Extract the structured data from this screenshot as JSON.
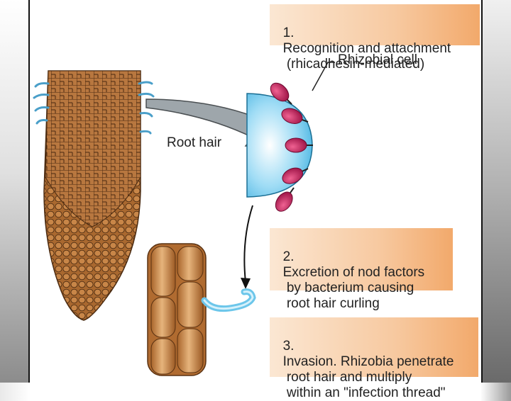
{
  "steps": [
    {
      "number": "1.",
      "text": "Recognition and attachment\n   (rhicadhesin-mediated)"
    },
    {
      "number": "2.",
      "text": "Excretion of nod factors\n   by bacterium causing\n   root hair curling"
    },
    {
      "number": "3.",
      "text": "Invasion. Rhizobia penetrate\n   root hair and multiply\n   within an \"infection thread\""
    }
  ],
  "labels": {
    "rhizobial_cell": "Rhizobial cell",
    "root_hair": "Root hair"
  },
  "colors": {
    "root_tissue": "#b8773f",
    "root_cell_lines": "#4a2a10",
    "root_hair_blue": "#6cc6ea",
    "rhizobia": "#c2185b",
    "arrow_gray": "#9ea6ab",
    "box_orange": "#f2a96b"
  }
}
